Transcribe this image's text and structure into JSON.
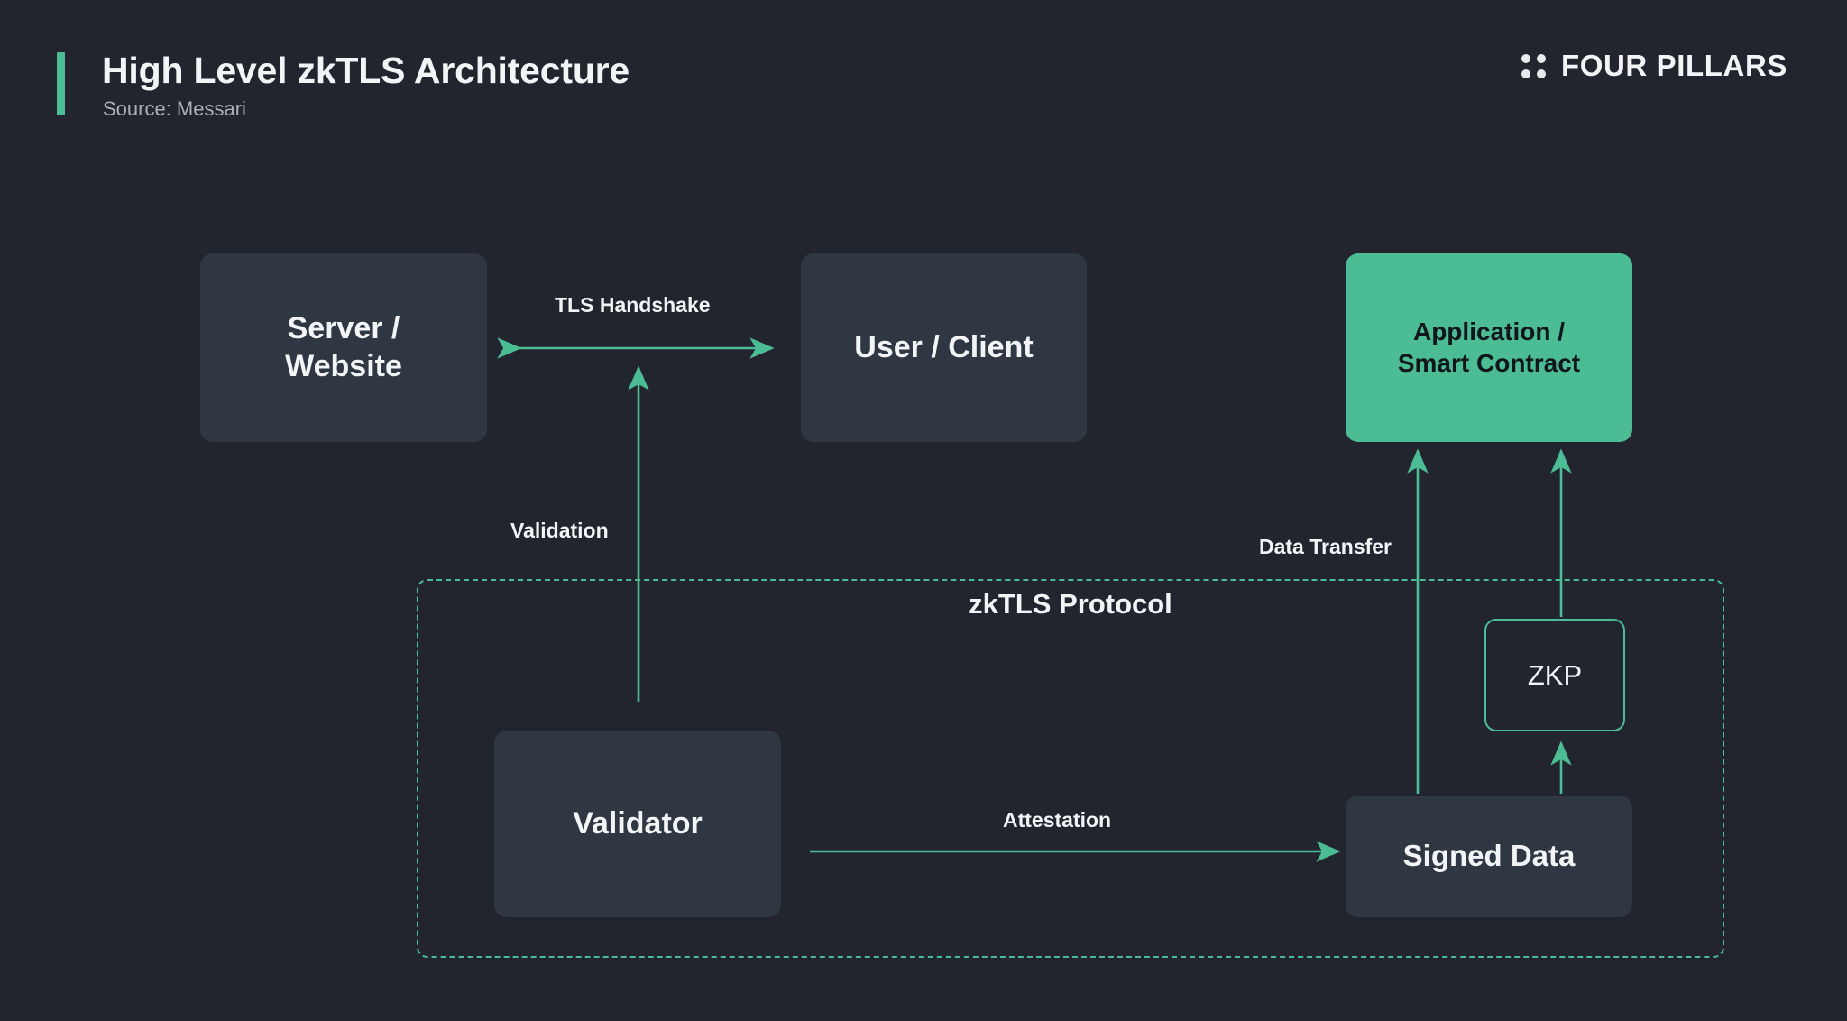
{
  "header": {
    "title": "High Level zkTLS Architecture",
    "subtitle": "Source: Messari",
    "brand": "FOUR PILLARS"
  },
  "colors": {
    "background": "#22252e",
    "node_fill": "#2e3742",
    "accent_green": "#4cbc94",
    "text_primary": "#f2f4f6",
    "text_muted": "#a9b1bb",
    "on_green_text": "#10161c"
  },
  "diagram": {
    "container": {
      "label": "zkTLS Protocol",
      "style": "dashed-green-rounded"
    },
    "nodes": [
      {
        "id": "server",
        "label": "Server /\nWebsite",
        "style": "dark"
      },
      {
        "id": "client",
        "label": "User / Client",
        "style": "dark"
      },
      {
        "id": "app",
        "label": "Application /\nSmart Contract",
        "style": "green"
      },
      {
        "id": "validator",
        "label": "Validator",
        "style": "dark"
      },
      {
        "id": "signed",
        "label": "Signed Data",
        "style": "dark"
      },
      {
        "id": "zkp",
        "label": "ZKP",
        "style": "outline"
      }
    ],
    "edges": [
      {
        "id": "tls",
        "label": "TLS Handshake",
        "from": "server",
        "to": "client",
        "direction": "bidirectional"
      },
      {
        "id": "validation",
        "label": "Validation",
        "from": "validator",
        "to": "tls",
        "direction": "up"
      },
      {
        "id": "attestation",
        "label": "Attestation",
        "from": "validator",
        "to": "signed",
        "direction": "right"
      },
      {
        "id": "data-transfer",
        "label": "Data Transfer",
        "from": "signed",
        "to": "app",
        "direction": "up"
      },
      {
        "id": "signed-to-zkp",
        "label": "",
        "from": "signed",
        "to": "zkp",
        "direction": "up"
      },
      {
        "id": "zkp-to-app",
        "label": "",
        "from": "zkp",
        "to": "app",
        "direction": "up"
      }
    ]
  }
}
